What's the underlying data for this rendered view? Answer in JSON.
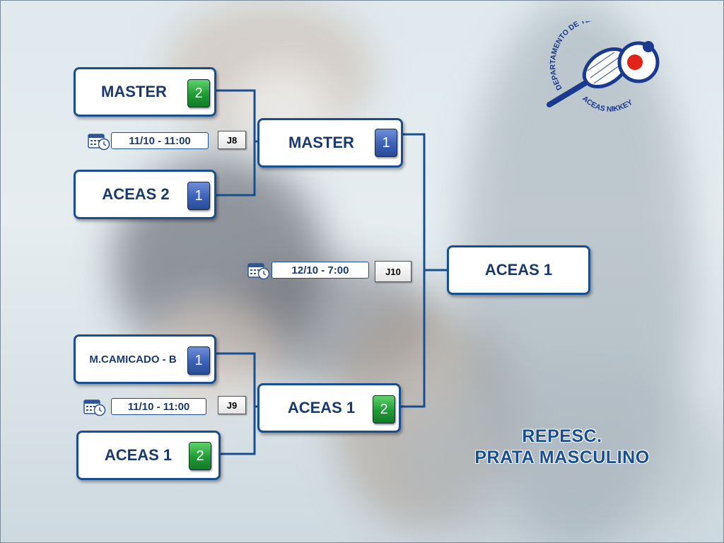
{
  "logo": {
    "top_text": "DEPARTAMENTO DE TÊNIS",
    "bottom_text": "ACEAS NIKKEY"
  },
  "bracket": {
    "semi1": {
      "team_a": {
        "name": "MASTER",
        "score": "2",
        "result": "win"
      },
      "team_b": {
        "name": "ACEAS 2",
        "score": "1",
        "result": "loss"
      },
      "date": "11/10 - 11:00",
      "game": "J8"
    },
    "semi2": {
      "team_a": {
        "name": "M.CAMICADO - B",
        "score": "1",
        "result": "loss"
      },
      "team_b": {
        "name": "ACEAS 1",
        "score": "2",
        "result": "win"
      },
      "date": "11/10 - 11:00",
      "game": "J9"
    },
    "final": {
      "team_a": {
        "name": "MASTER",
        "score": "1",
        "result": "loss"
      },
      "team_b": {
        "name": "ACEAS 1",
        "score": "2",
        "result": "win"
      },
      "date": "12/10 - 7:00",
      "game": "J10"
    },
    "winner": {
      "name": "ACEAS 1"
    }
  },
  "title": {
    "line1": "REPESC.",
    "line2": "PRATA MASCULINO"
  },
  "colors": {
    "box_border": "#1a4f8f",
    "text": "#1a3a6e",
    "win_score": "#1f9a35",
    "loss_score": "#3c62b5"
  }
}
